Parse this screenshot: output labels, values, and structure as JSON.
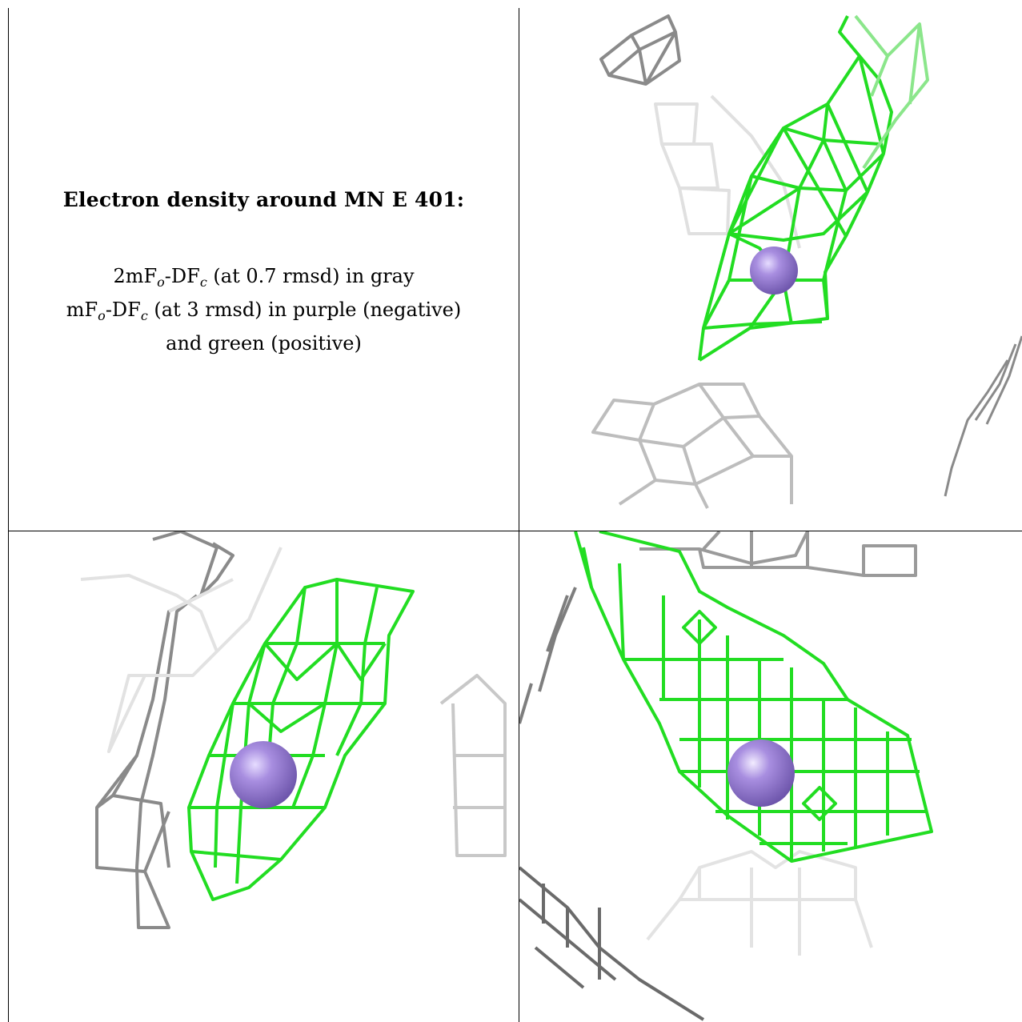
{
  "caption": {
    "title": "Electron density around MN E 401:",
    "line1": {
      "a": "2mF",
      "a_sub": "o",
      "b": "-DF",
      "b_sub": "c",
      "rest": " (at 0.7 rmsd) in gray"
    },
    "line2": {
      "a": "mF",
      "a_sub": "o",
      "b": "-DF",
      "b_sub": "c",
      "rest": " (at 3 rmsd) in purple (negative)"
    },
    "line3": "and green (positive)"
  },
  "colors": {
    "density_2fofc": "#a0a0a0",
    "density_positive": "#22dd22",
    "density_negative": "#9b80d8",
    "atom": "#9b80d8"
  },
  "panels": [
    {
      "view": "view-1",
      "atom": "MN E 401"
    },
    {
      "view": "view-2",
      "atom": "MN E 401"
    },
    {
      "view": "view-3",
      "atom": "MN E 401"
    }
  ]
}
